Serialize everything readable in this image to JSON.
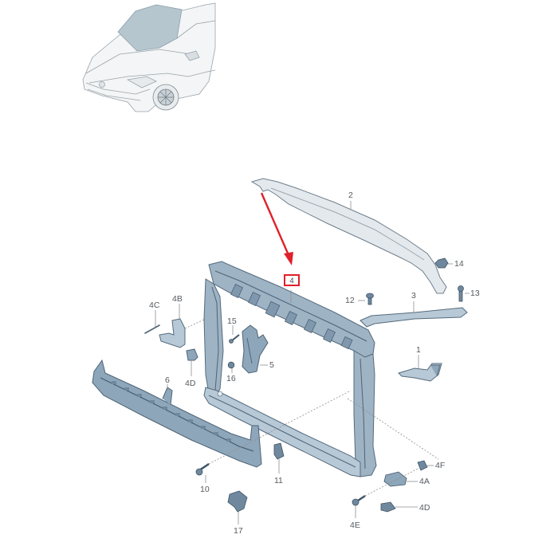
{
  "diagram": {
    "type": "exploded parts diagram",
    "subject": "Front-end carrier (radiator support) assembly",
    "colors": {
      "part_fill": "#b9c9d6",
      "part_dark": "#7f97aa",
      "part_stroke": "#5e7283",
      "leader_line": "#8a8f94",
      "highlight": "#e0202a",
      "label_text": "#555a60",
      "background": "#ffffff"
    },
    "highlighted_part": "4",
    "overview_image": "vehicle-front-quarter-view",
    "labels": {
      "p1": "1",
      "p2": "2",
      "p3": "3",
      "p4": "4",
      "p4A": "4A",
      "p4B": "4B",
      "p4C": "4C",
      "p4D_left": "4D",
      "p4D_right": "4D",
      "p4E": "4E",
      "p4F": "4F",
      "p5": "5",
      "p6": "6",
      "p10": "10",
      "p11": "11",
      "p12": "12",
      "p13": "13",
      "p14": "14",
      "p15": "15",
      "p16": "16",
      "p17": "17"
    }
  }
}
